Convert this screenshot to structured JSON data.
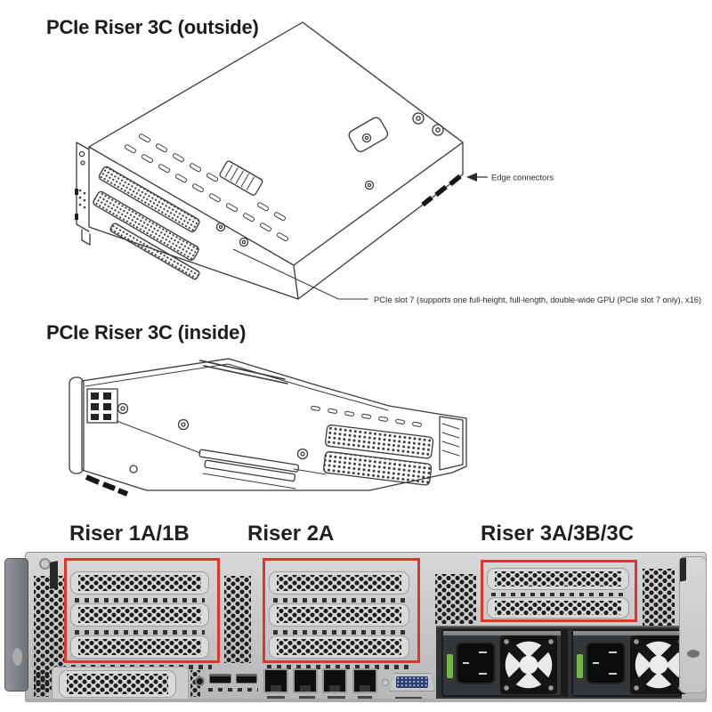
{
  "outside_view": {
    "title": "PCIe Riser 3C (outside)",
    "edge_connectors_label": "Edge connectors",
    "pcie_slot7_label": "PCIe slot 7 (supports one full-height, full-length, double-wide GPU (PCIe slot 7 only), x16)"
  },
  "inside_view": {
    "title": "PCIe Riser 3C (inside)"
  },
  "rear_panel": {
    "riser_labels": [
      "Riser 1A/1B",
      "Riser 2A",
      "Riser 3A/3B/3C"
    ]
  },
  "colors": {
    "highlight_red": "#e0352a",
    "line_art": "#3a3a3a",
    "chassis_light": "#d6d8d9",
    "chassis_dark": "#b4b6b8",
    "hole_dark": "#1c1e1f",
    "psu_body": "#34373a",
    "clip_green": "#72b844",
    "vga_blue": "#2c3f6e",
    "rail_gray": "#6e7174"
  }
}
